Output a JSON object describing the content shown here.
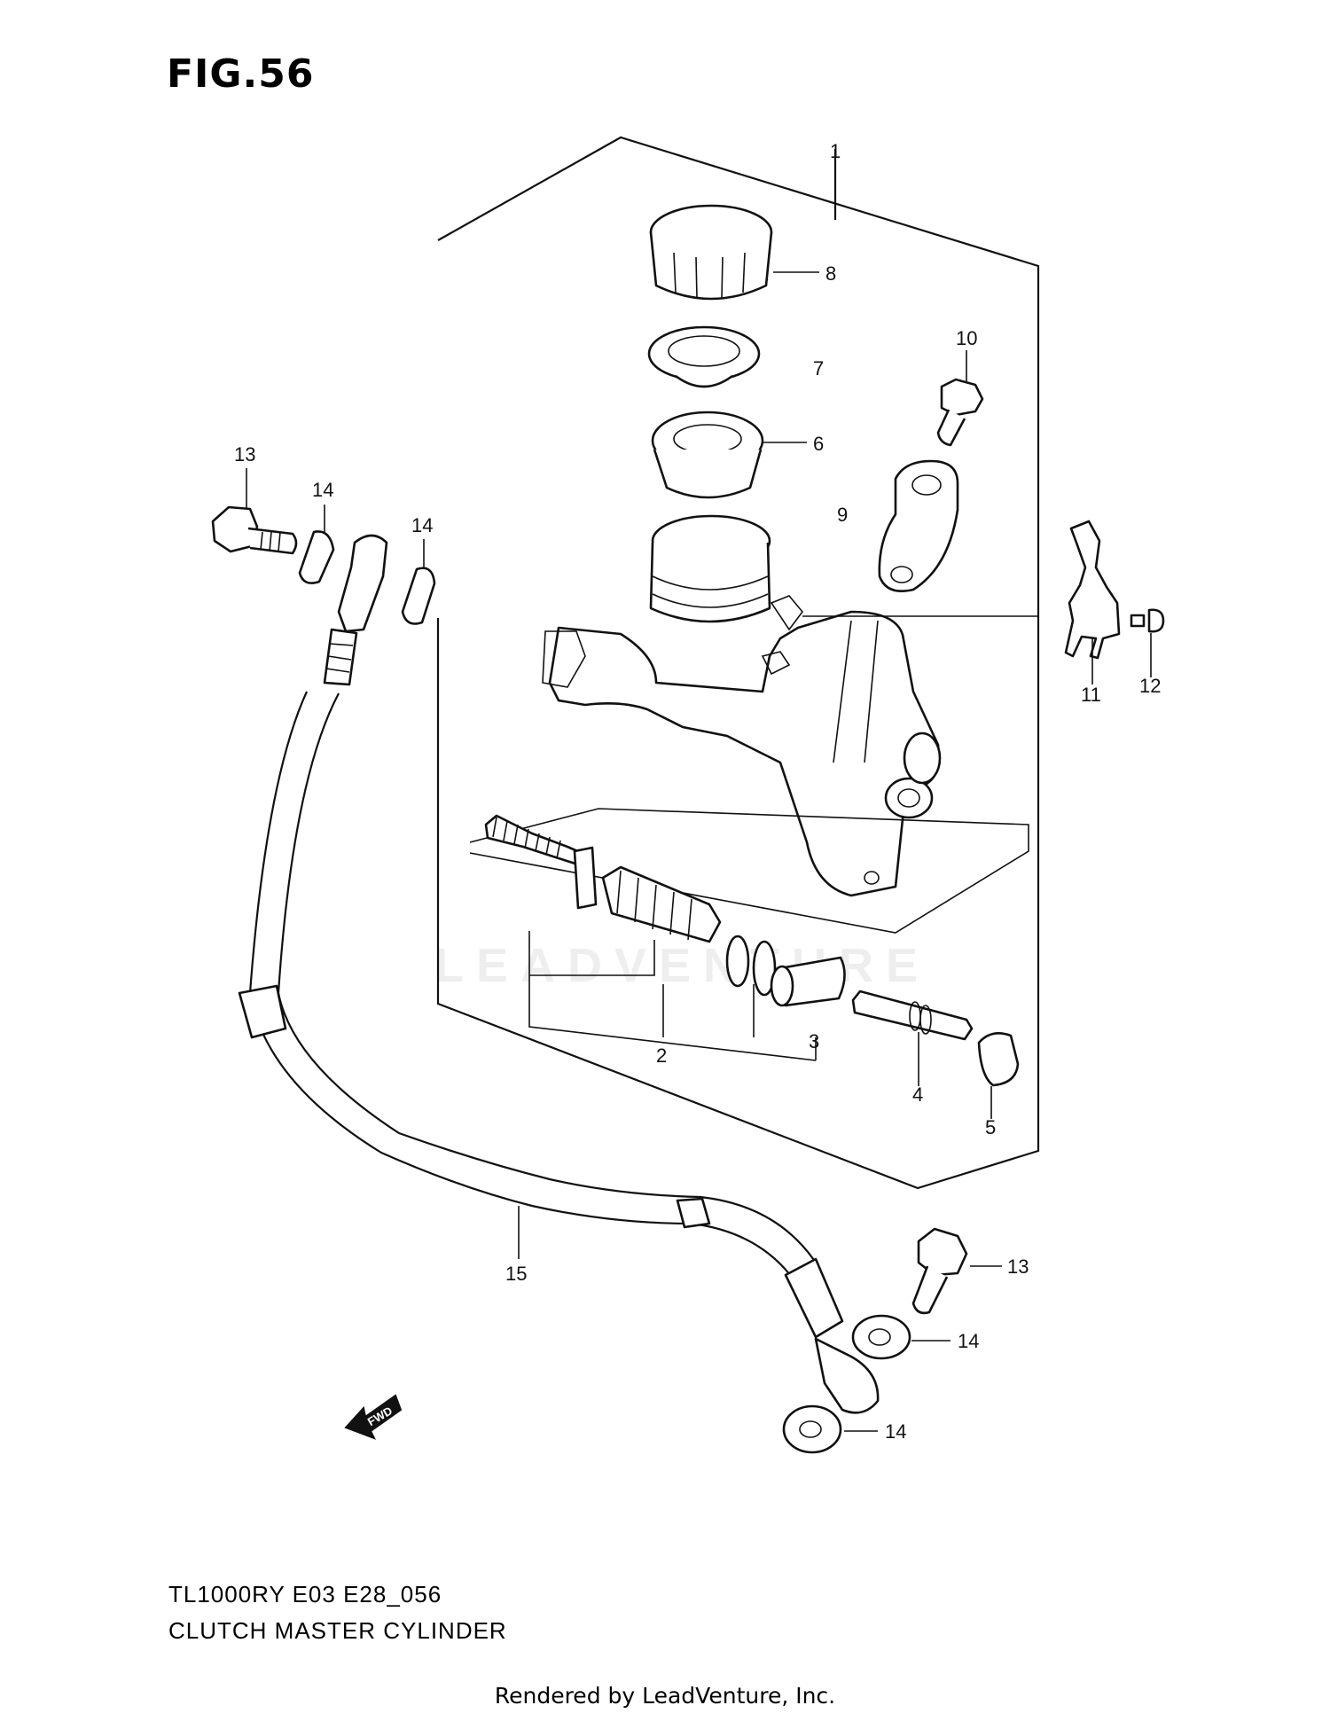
{
  "figure": {
    "title": "FIG.56"
  },
  "watermark": "LEADVENTURE",
  "callouts": [
    {
      "id": "1",
      "text": "1"
    },
    {
      "id": "2",
      "text": "2"
    },
    {
      "id": "3",
      "text": "3"
    },
    {
      "id": "4",
      "text": "4"
    },
    {
      "id": "5",
      "text": "5"
    },
    {
      "id": "6",
      "text": "6"
    },
    {
      "id": "7",
      "text": "7"
    },
    {
      "id": "8",
      "text": "8"
    },
    {
      "id": "9",
      "text": "9"
    },
    {
      "id": "10",
      "text": "10"
    },
    {
      "id": "11",
      "text": "11"
    },
    {
      "id": "12",
      "text": "12"
    },
    {
      "id": "13a",
      "text": "13"
    },
    {
      "id": "13b",
      "text": "13"
    },
    {
      "id": "14a",
      "text": "14"
    },
    {
      "id": "14b",
      "text": "14"
    },
    {
      "id": "14c",
      "text": "14"
    },
    {
      "id": "14d",
      "text": "14"
    },
    {
      "id": "15",
      "text": "15"
    }
  ],
  "fwd_arrow": {
    "text": "FWD"
  },
  "caption": {
    "model_code": "TL1000RY E03 E28_056",
    "figure_name": "CLUTCH MASTER CYLINDER"
  },
  "footer": "Rendered by LeadVenture, Inc."
}
